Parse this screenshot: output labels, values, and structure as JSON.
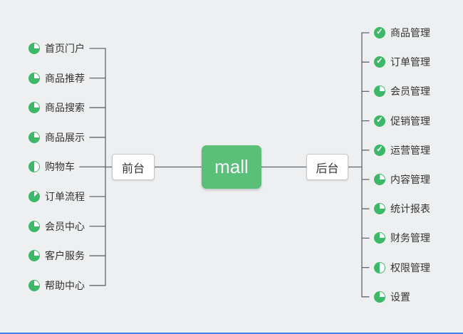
{
  "canvas": {
    "background": "#edeff0",
    "edge_color": "#3f84f5"
  },
  "colors": {
    "node_green": "#5abf78",
    "icon_green": "#3cb868",
    "line": "#61676d"
  },
  "icons": {
    "check_glyph": "✓"
  },
  "root": {
    "label": "mall"
  },
  "branches": [
    {
      "id": "frontend",
      "label": "前台",
      "side": "left",
      "items": [
        {
          "label": "首页门户",
          "icon": "progress-pie",
          "progress": 0.75
        },
        {
          "label": "商品推荐",
          "icon": "progress-pie",
          "progress": 0.75
        },
        {
          "label": "商品搜索",
          "icon": "progress-pie",
          "progress": 0.75
        },
        {
          "label": "商品展示",
          "icon": "progress-pie",
          "progress": 0.75
        },
        {
          "label": "购物车",
          "icon": "progress-pie",
          "progress": 0.5
        },
        {
          "label": "订单流程",
          "icon": "progress-pie",
          "progress": 0.875
        },
        {
          "label": "会员中心",
          "icon": "progress-pie",
          "progress": 0.75
        },
        {
          "label": "客户服务",
          "icon": "progress-pie",
          "progress": 0.75
        },
        {
          "label": "帮助中心",
          "icon": "progress-pie",
          "progress": 0.75
        }
      ]
    },
    {
      "id": "backend",
      "label": "后台",
      "side": "right",
      "items": [
        {
          "label": "商品管理",
          "icon": "check"
        },
        {
          "label": "订单管理",
          "icon": "check"
        },
        {
          "label": "会员管理",
          "icon": "progress-pie",
          "progress": 0.75
        },
        {
          "label": "促销管理",
          "icon": "check"
        },
        {
          "label": "运营管理",
          "icon": "check"
        },
        {
          "label": "内容管理",
          "icon": "progress-pie",
          "progress": 0.75
        },
        {
          "label": "统计报表",
          "icon": "progress-pie",
          "progress": 0.75
        },
        {
          "label": "财务管理",
          "icon": "progress-pie",
          "progress": 0.75
        },
        {
          "label": "权限管理",
          "icon": "progress-pie",
          "progress": 0.5
        },
        {
          "label": "设置",
          "icon": "progress-pie",
          "progress": 0.75
        }
      ]
    }
  ]
}
